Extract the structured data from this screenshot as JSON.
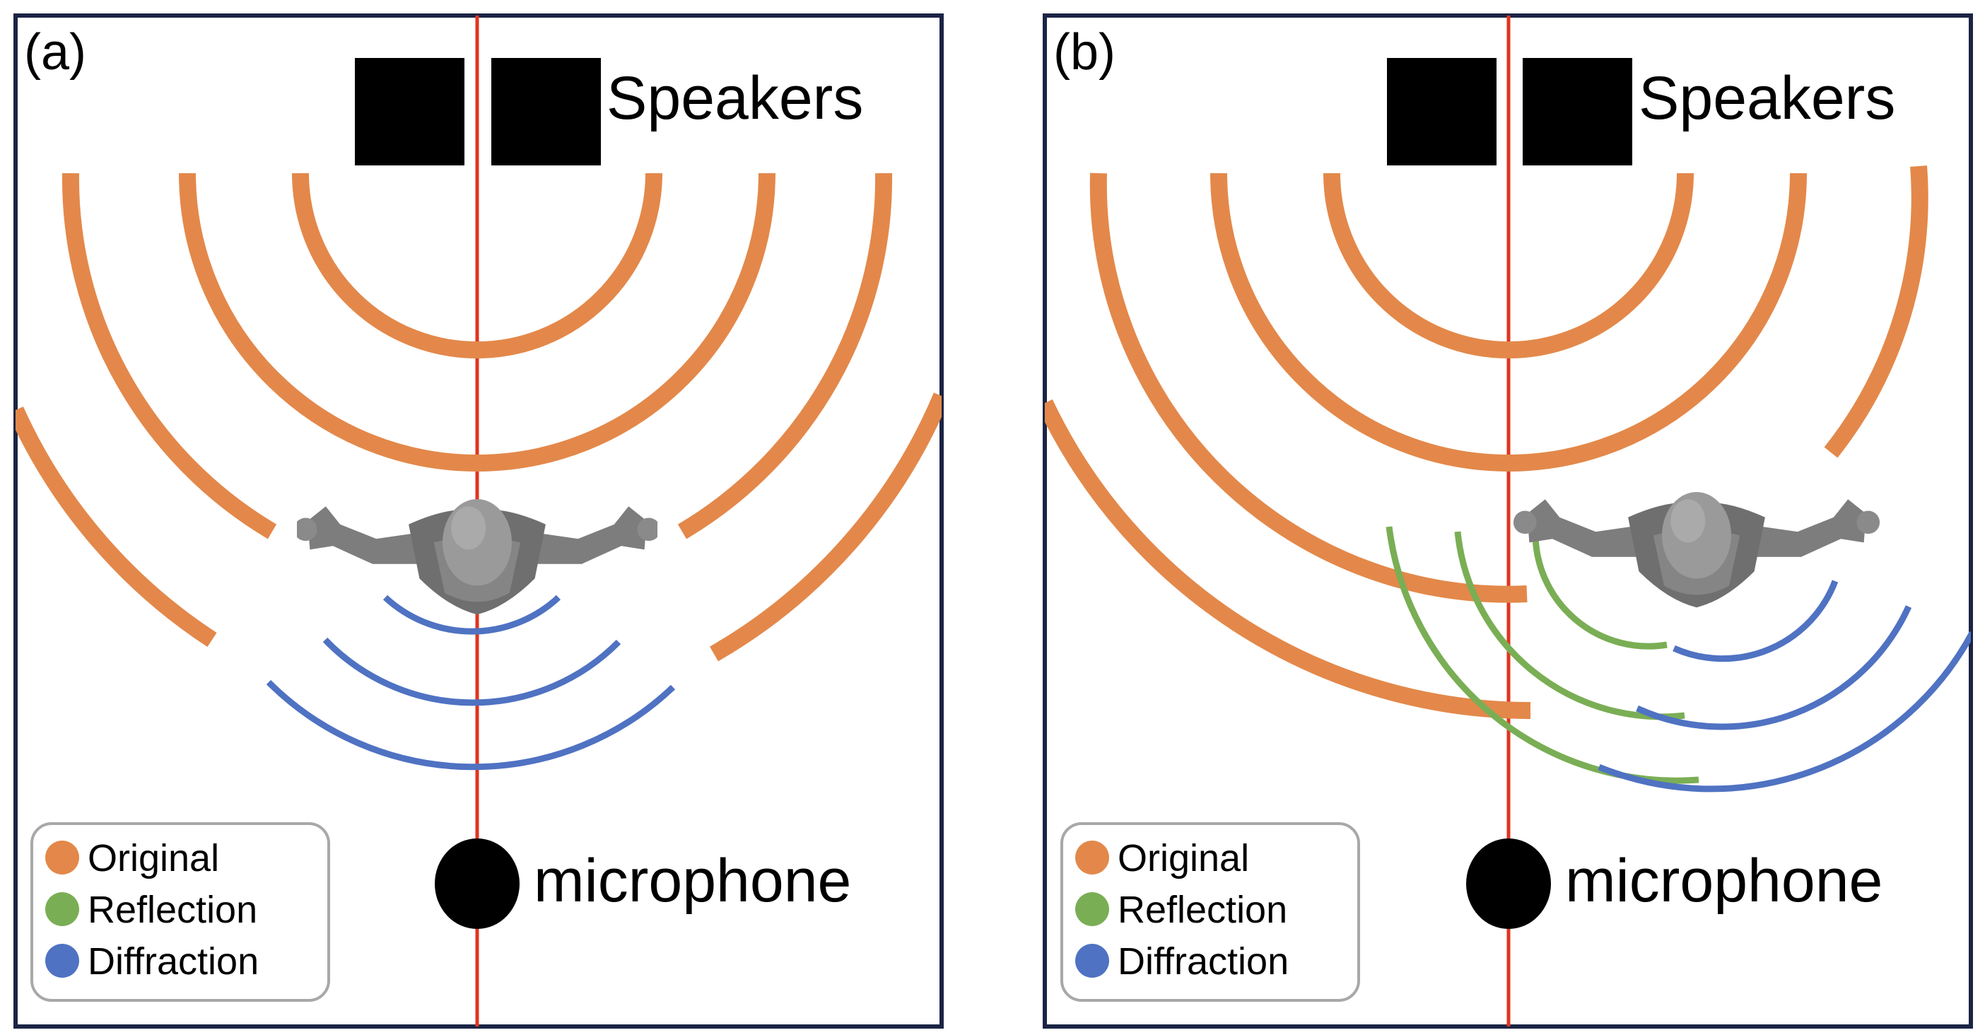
{
  "colors": {
    "original": "#E3884A",
    "reflection": "#7AAE55",
    "diffraction": "#4F72C2",
    "axis": "#E0351F",
    "frame": "#1B2444",
    "speaker": "#000000",
    "microphone": "#000000",
    "person": "#8A8A8A"
  },
  "icons": {
    "speaker": "speaker-icon",
    "microphone": "microphone-icon",
    "listener": "person-icon"
  },
  "panels": [
    {
      "label": "(a)",
      "speakers_label": "Speakers",
      "microphone_label": "microphone",
      "legend": [
        {
          "label": "Original"
        },
        {
          "label": "Reflection"
        },
        {
          "label": "Diffraction"
        }
      ]
    },
    {
      "label": "(b)",
      "speakers_label": "Speakers",
      "microphone_label": "microphone",
      "legend": [
        {
          "label": "Original"
        },
        {
          "label": "Reflection"
        },
        {
          "label": "Diffraction"
        }
      ]
    }
  ]
}
